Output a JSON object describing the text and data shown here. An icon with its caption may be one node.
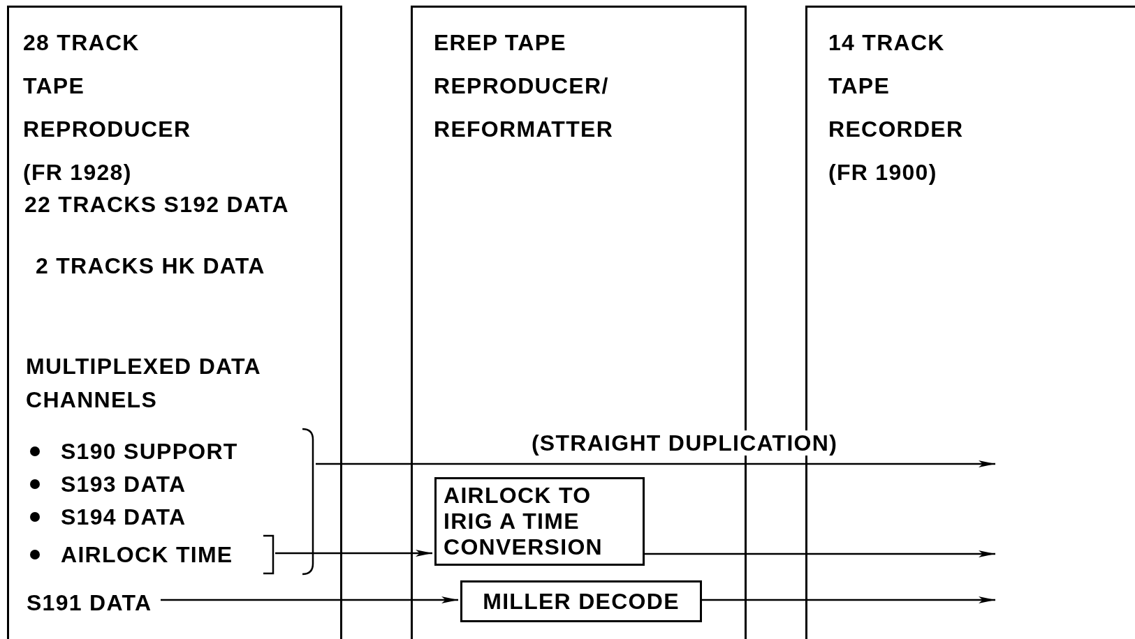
{
  "diagram": {
    "nodes": [
      {
        "text": [
          "28 TRACK TAPE REPRODUCER (FR 1928)",
          "22 TRACKS S192 DATA",
          "2 TRACKS HK DATA",
          "MULTIPLEXED DATA CHANNELS"
        ]
      },
      {
        "text": [
          "EREP TAPE REPRODUCER/ REFORMATTER"
        ]
      },
      {
        "text": [
          "14 TRACK TAPE RECORDER (FR 1900)"
        ]
      },
      {
        "text": [
          "S190 SUPPORT",
          "S193 DATA",
          "S194 DATA"
        ],
        "in": 0
      },
      {
        "text": [
          "AIRLOCK TIME"
        ],
        "in": 3
      },
      {
        "text": [
          "S191 DATA"
        ],
        "in": 0
      },
      {
        "text": [
          "AIRLOCK TO IRIG A TIME CONVERSION"
        ],
        "in": 1
      },
      {
        "text": [
          "MILLER DECODE"
        ],
        "in": 1
      }
    ],
    "edges": [
      {
        "from": 3,
        "to": 2,
        "arrow": "to",
        "label": "(STRAIGHT DUPLICATION)"
      },
      {
        "from": 4,
        "to": 6,
        "arrow": "to"
      },
      {
        "from": 6,
        "to": 2,
        "arrow": "to"
      },
      {
        "from": 5,
        "to": 7,
        "arrow": "to"
      },
      {
        "from": 7,
        "to": 2,
        "arrow": "to"
      }
    ]
  }
}
